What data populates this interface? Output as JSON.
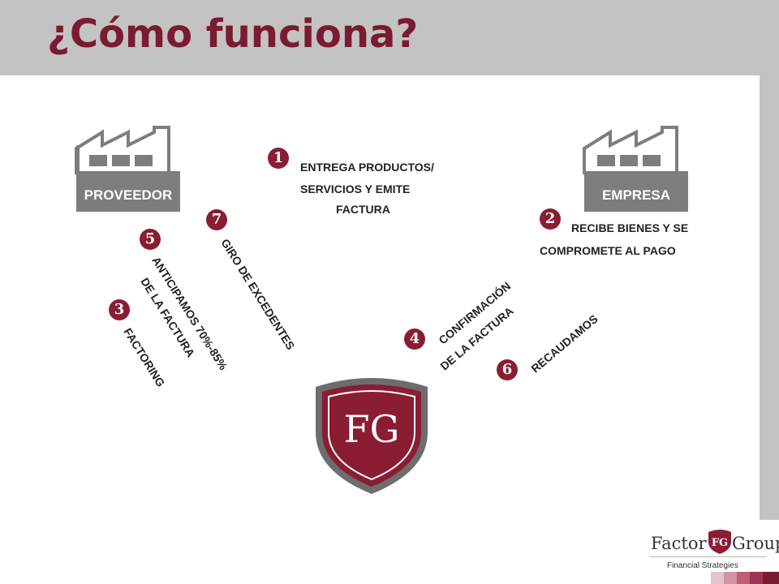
{
  "title": "¿Cómo funciona?",
  "entities": {
    "proveedor": "PROVEEDOR",
    "empresa": "EMPRESA"
  },
  "center_logo": "FG",
  "steps": [
    {
      "num": "1",
      "lines": [
        "ENTREGA PRODUCTOS/",
        "SERVICIOS Y EMITE",
        "FACTURA"
      ]
    },
    {
      "num": "2",
      "lines": [
        "RECIBE BIENES Y SE",
        "COMPROMETE AL PAGO"
      ]
    },
    {
      "num": "3",
      "lines": [
        "FACTORING"
      ]
    },
    {
      "num": "4",
      "lines": [
        "CONFIRMACIÓN",
        "DE LA FACTURA"
      ]
    },
    {
      "num": "5",
      "lines": [
        "ANTICIPAMOS 70%-85%",
        "DE LA FACTURA"
      ]
    },
    {
      "num": "6",
      "lines": [
        "RECAUDAMOS"
      ]
    },
    {
      "num": "7",
      "lines": [
        "GIRO DE EXCEDENTES"
      ]
    }
  ],
  "brand": {
    "factor": "Factor",
    "fg": "FG",
    "group": "Group",
    "tagline": "Financial Strategies"
  },
  "colors": {
    "accent": "#7a1b31",
    "band": "#c3c3c3",
    "factory": "#7d7d7d"
  }
}
